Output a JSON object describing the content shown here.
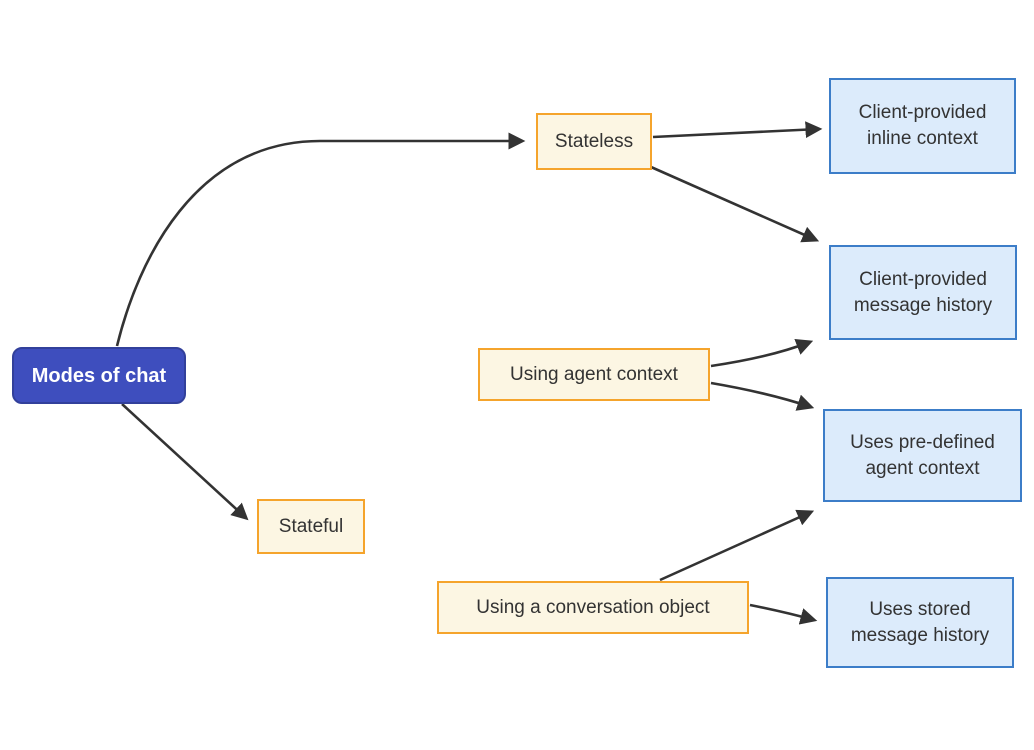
{
  "diagram": {
    "type": "flowchart",
    "direction": "left-to-right",
    "colors": {
      "background": "#ffffff",
      "edge": "#333333",
      "root_fill": "#3e4ebe",
      "root_border": "#32409b",
      "root_text": "#ffffff",
      "branch_fill": "#fcf6e3",
      "branch_border": "#f5a42c",
      "leaf_fill": "#dcebfb",
      "leaf_border": "#3c7dc8",
      "node_text": "#333333"
    },
    "nodes": {
      "root": {
        "label": "Modes of chat"
      },
      "stateless": {
        "label": "Stateless"
      },
      "stateful": {
        "label": "Stateful"
      },
      "agent_context": {
        "label": "Using agent context"
      },
      "conversation": {
        "label": "Using a conversation object"
      },
      "inline_context": {
        "label": "Client-provided inline context"
      },
      "message_history": {
        "label": "Client-provided message history"
      },
      "predefined_context": {
        "label": "Uses pre-defined agent context"
      },
      "stored_history": {
        "label": "Uses stored message history"
      }
    },
    "edges": [
      {
        "from": "Modes of chat",
        "to": "Stateless"
      },
      {
        "from": "Modes of chat",
        "to": "Stateful"
      },
      {
        "from": "Stateless",
        "to": "Client-provided inline context"
      },
      {
        "from": "Stateless",
        "to": "Client-provided message history"
      },
      {
        "from": "Stateful",
        "to": "Using agent context"
      },
      {
        "from": "Stateful",
        "to": "Using a conversation object"
      },
      {
        "from": "Using agent context",
        "to": "Client-provided message history"
      },
      {
        "from": "Using agent context",
        "to": "Uses pre-defined agent context"
      },
      {
        "from": "Using a conversation object",
        "to": "Uses pre-defined agent context"
      },
      {
        "from": "Using a conversation object",
        "to": "Uses stored message history"
      }
    ]
  }
}
